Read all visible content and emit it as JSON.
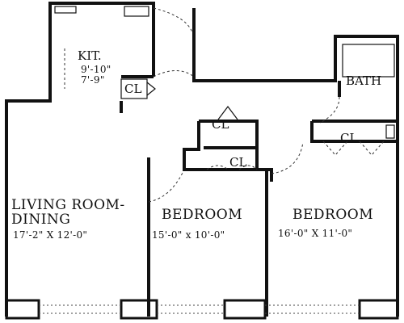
{
  "rooms": {
    "kitchen": {
      "name": "KIT.",
      "dims": [
        "9'-10\"",
        "7'-9\""
      ]
    },
    "bath": {
      "name": "BATH"
    },
    "closet_kitchen": {
      "name": "CL"
    },
    "closet_hall_top": {
      "name": "CL"
    },
    "closet_bed1": {
      "name": "CL"
    },
    "closet_bed2": {
      "name": "CL"
    },
    "living": {
      "name": [
        "LIVING  ROOM-",
        "DINING"
      ],
      "dims": "17'-2\"  X  12'-0\""
    },
    "bedroom1": {
      "name": "BEDROOM",
      "dims": "15'-0\"  x  10'-0\""
    },
    "bedroom2": {
      "name": "BEDROOM",
      "dims": "16'-0\"  X  11'-0\""
    }
  },
  "colors": {
    "wall": "#111111",
    "background": "#ffffff"
  }
}
